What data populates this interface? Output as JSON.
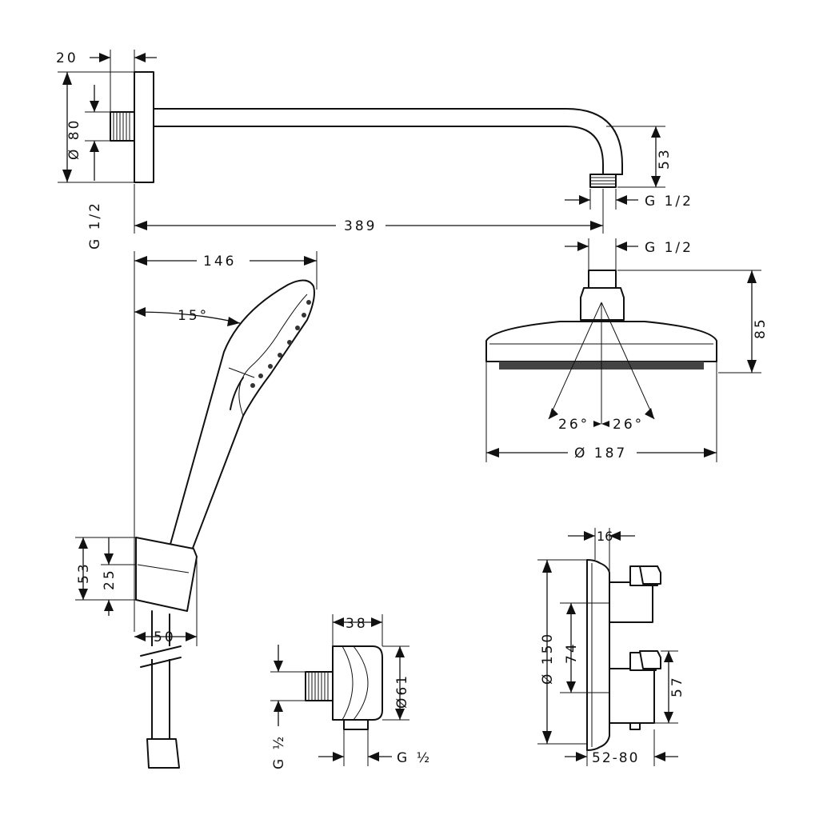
{
  "drawing": {
    "arm": {
      "flange_depth": "20",
      "flange_diameter": "Ø 80",
      "inlet_thread": "G 1/2",
      "outlet_thread": "G 1/2",
      "drop_height": "53",
      "length": "389"
    },
    "overhead_shower": {
      "connection_thread": "G 1/2",
      "height": "85",
      "diameter": "Ø 187",
      "spray_angle_left": "26°",
      "spray_angle_right": "26°"
    },
    "hand_shower": {
      "length": "146",
      "tilt_angle": "15°",
      "holder_height_total": "53",
      "holder_height_partial": "25",
      "holder_width": "50"
    },
    "wall_outlet": {
      "depth": "38",
      "diameter": "Ø61",
      "inlet_thread": "G ½",
      "outlet_thread": "G ½"
    },
    "thermostat": {
      "plate_depth": "16",
      "plate_diameter": "Ø 150",
      "handle_spacing": "74",
      "handle_height": "57",
      "projection": "52-80"
    }
  }
}
